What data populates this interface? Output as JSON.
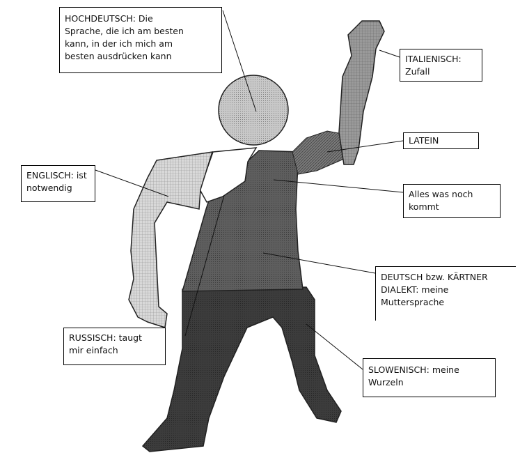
{
  "figure": {
    "labels": {
      "hochdeutsch": "HOCHDEUTSCH: Die\nSprache, die ich am besten\nkann, in der ich mich am\nbesten ausdrücken kann",
      "italienisch": "ITALIENISCH:\nZufall",
      "latein": "LATEIN",
      "englisch": "ENGLISCH: ist\nnotwendig",
      "alles": "Alles was noch\nkommt",
      "deutsch": "DEUTSCH bzw. KÄRTNER\nDIALEKT: meine\nMuttersprache",
      "russisch": "RUSSISCH: taugt\nmir einfach",
      "slowenisch": "SLOWENISCH: meine\nWurzeln"
    },
    "colors": {
      "outline": "#222222",
      "head": "#c8c8c8",
      "left_arm": "#d9d9d9",
      "raised_arm": "#9a9a9a",
      "shoulder_white": "#ffffff",
      "torso": "#5e5e5e",
      "legs": "#3c3c3c",
      "pattern_ink": "#000000"
    }
  }
}
